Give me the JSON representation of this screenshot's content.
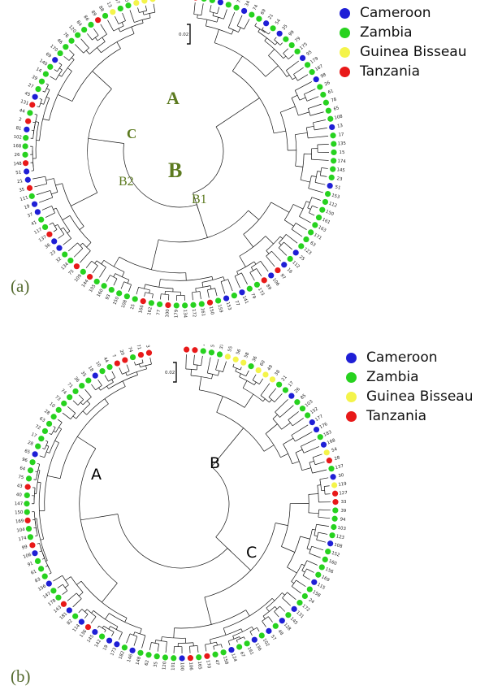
{
  "legend": {
    "countries": [
      {
        "name": "Cameroon",
        "color": "#1f1fd6"
      },
      {
        "name": "Zambia",
        "color": "#27d21f"
      },
      {
        "name": "Guinea Bisseau",
        "color": "#f4f44a"
      },
      {
        "name": "Tanzania",
        "color": "#e81919"
      }
    ]
  },
  "panel_a": {
    "tag": "(a)",
    "scale": "0.02",
    "clades": {
      "A": "A",
      "B": "B",
      "C": "C",
      "B1": "B1",
      "B2": "B2"
    },
    "leaf_colors": [
      "R",
      "G",
      "G",
      "B",
      "G",
      "G",
      "B",
      "G",
      "G",
      "B",
      "G",
      "B",
      "G",
      "G",
      "G",
      "B",
      "G",
      "G",
      "B",
      "G",
      "G",
      "G",
      "G",
      "G",
      "B",
      "G",
      "G",
      "G",
      "G",
      "G",
      "G",
      "B",
      "G",
      "G",
      "G",
      "G",
      "G",
      "G",
      "G",
      "G",
      "B",
      "G",
      "B",
      "R",
      "B",
      "R",
      "G",
      "G",
      "B",
      "G",
      "B",
      "G",
      "R",
      "G",
      "G",
      "G",
      "G",
      "R",
      "G",
      "G",
      "R",
      "G",
      "G",
      "G",
      "G",
      "G",
      "G",
      "R",
      "G",
      "R",
      "G",
      "G",
      "B",
      "B",
      "R",
      "G",
      "G",
      "B",
      "B",
      "G",
      "R",
      "B",
      "B",
      "R",
      "G",
      "G",
      "G",
      "B",
      "R",
      "G",
      "R",
      "B",
      "G",
      "G",
      "G",
      "G",
      "B",
      "G",
      "G",
      "G",
      "G",
      "G",
      "G",
      "R",
      "G",
      "Y",
      "G",
      "G",
      "Y",
      "Y",
      "Y"
    ],
    "leaf_ids": [
      "119",
      "20",
      "92",
      "66",
      "42",
      "73",
      "34",
      "74",
      "69",
      "21",
      "54",
      "35",
      "99",
      "79",
      "175",
      "95",
      "179",
      "167",
      "98",
      "26",
      "61",
      "78",
      "65",
      "108",
      "13",
      "17",
      "135",
      "15",
      "174",
      "145",
      "23",
      "51",
      "153",
      "112",
      "150",
      "161",
      "163",
      "171",
      "63",
      "123",
      "25",
      "112",
      "16",
      "97",
      "106",
      "89",
      "173",
      "79",
      "141",
      "77",
      "153",
      "159",
      "150",
      "161",
      "172",
      "134",
      "179",
      "100",
      "77",
      "162",
      "166",
      "15",
      "108",
      "150",
      "93",
      "160",
      "105",
      "144",
      "109",
      "75",
      "134",
      "32",
      "23",
      "36",
      "137",
      "117",
      "41",
      "37",
      "19",
      "111",
      "35",
      "21",
      "51",
      "148",
      "26",
      "168",
      "102",
      "81",
      "2",
      "44",
      "131",
      "45",
      "27",
      "39",
      "14",
      "140",
      "69",
      "170",
      "46",
      "76",
      "120",
      "84",
      "86",
      "89",
      "88",
      "13",
      "57",
      "130",
      "79",
      "55"
    ],
    "chart_data": {
      "type": "diagram",
      "title": "",
      "clade_labels": [
        "A",
        "B",
        "C",
        "B1",
        "B2"
      ],
      "groups": [
        "Cameroon",
        "Zambia",
        "Guinea Bisseau",
        "Tanzania"
      ]
    }
  },
  "panel_b": {
    "tag": "(b)",
    "scale": "0.02",
    "clades": {
      "A": "A",
      "B": "B",
      "C": "C"
    },
    "leaf_colors": [
      "R",
      "R",
      "G",
      "G",
      "G",
      "Y",
      "Y",
      "Y",
      "G",
      "Y",
      "Y",
      "Y",
      "G",
      "G",
      "B",
      "G",
      "G",
      "G",
      "B",
      "B",
      "G",
      "B",
      "Y",
      "R",
      "G",
      "B",
      "Y",
      "R",
      "R",
      "G",
      "G",
      "G",
      "G",
      "B",
      "G",
      "G",
      "G",
      "G",
      "B",
      "G",
      "G",
      "G",
      "B",
      "G",
      "B",
      "G",
      "B",
      "G",
      "B",
      "G",
      "G",
      "B",
      "G",
      "G",
      "R",
      "G",
      "R",
      "B",
      "G",
      "G",
      "G",
      "G",
      "G",
      "B",
      "G",
      "B",
      "B",
      "G",
      "B",
      "R",
      "B",
      "G",
      "B",
      "R",
      "G",
      "G",
      "B",
      "G",
      "G",
      "G",
      "B",
      "R",
      "G",
      "G",
      "R",
      "G",
      "G",
      "G",
      "R",
      "G",
      "G",
      "G",
      "B",
      "G",
      "G",
      "G",
      "G",
      "G",
      "G",
      "G",
      "G",
      "G",
      "G",
      "G",
      "B",
      "G",
      "G",
      "R",
      "R",
      "G",
      "R",
      "R"
    ],
    "leaf_ids": [
      "31",
      "32",
      "41",
      "57",
      "37",
      "55",
      "56",
      "58",
      "36",
      "60",
      "49",
      "38",
      "21",
      "17",
      "26",
      "85",
      "103",
      "152",
      "177",
      "176",
      "183",
      "168",
      "54",
      "28",
      "137",
      "30",
      "119",
      "127",
      "33",
      "39",
      "94",
      "103",
      "123",
      "108",
      "152",
      "160",
      "156",
      "169",
      "115",
      "158",
      "24",
      "172",
      "131",
      "145",
      "128",
      "48",
      "57",
      "102",
      "136",
      "161",
      "67",
      "124",
      "158",
      "47",
      "170",
      "165",
      "106",
      "100",
      "101",
      "120",
      "35",
      "62",
      "148",
      "146",
      "182",
      "173",
      "19",
      "142",
      "145",
      "136",
      "114",
      "82",
      "181",
      "143",
      "178",
      "147",
      "156",
      "83",
      "61",
      "91",
      "106",
      "99",
      "174",
      "104",
      "169",
      "150",
      "147",
      "40",
      "43",
      "75",
      "64",
      "96",
      "65",
      "28",
      "17",
      "72",
      "63",
      "28",
      "10",
      "73",
      "74",
      "71",
      "36",
      "35",
      "18",
      "10",
      "44",
      "7",
      "20",
      "74",
      "71",
      "73"
    ],
    "chart_data": {
      "type": "diagram",
      "title": "",
      "clade_labels": [
        "A",
        "B",
        "C"
      ],
      "groups": [
        "Cameroon",
        "Zambia",
        "Guinea Bisseau",
        "Tanzania"
      ]
    }
  }
}
